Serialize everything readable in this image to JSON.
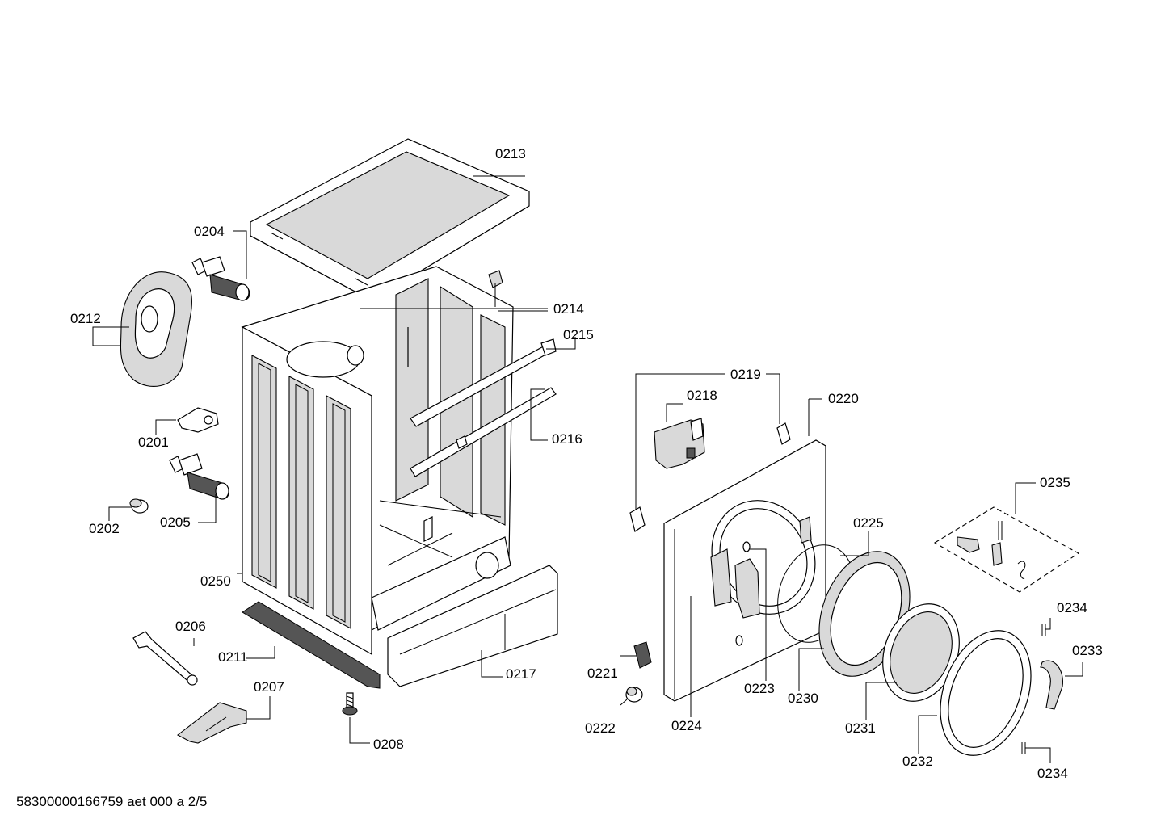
{
  "footer": "58300000166759 aet 000 a 2/5",
  "labels": {
    "p0201": "0201",
    "p0202": "0202",
    "p0204": "0204",
    "p0205": "0205",
    "p0206": "0206",
    "p0207": "0207",
    "p0208": "0208",
    "p0211": "0211",
    "p0212": "0212",
    "p0213": "0213",
    "p0214": "0214",
    "p0215": "0215",
    "p0216": "0216",
    "p0217": "0217",
    "p0218": "0218",
    "p0219": "0219",
    "p0220": "0220",
    "p0221": "0221",
    "p0222": "0222",
    "p0223": "0223",
    "p0224": "0224",
    "p0225": "0225",
    "p0230": "0230",
    "p0231": "0231",
    "p0232": "0232",
    "p0233": "0233",
    "p0234a": "0234",
    "p0234b": "0234",
    "p0235": "0235",
    "p0250": "0250"
  }
}
